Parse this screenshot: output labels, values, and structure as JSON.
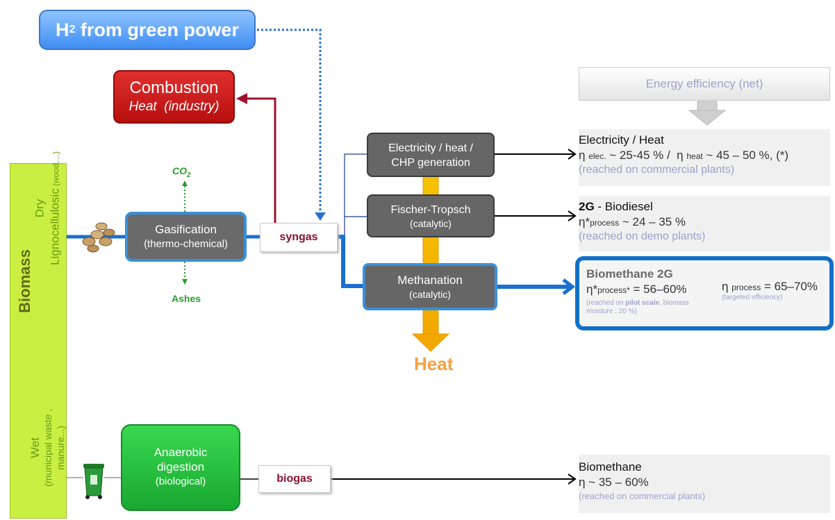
{
  "h2": {
    "prefix": "H",
    "sub": "2",
    "suffix": " from green power"
  },
  "combustion": {
    "title": "Combustion",
    "subtitle": "Heat  (industry)"
  },
  "biomass": {
    "label": "Biomass",
    "dry_main": "Dry",
    "dry_type": "Lignocellulosic",
    "dry_example": " (wood,...)",
    "wet_main": "Wet",
    "wet_example1": "(municipal waste ,",
    "wet_example2": "manure...)"
  },
  "gasification": {
    "title": "Gasification",
    "subtitle": "(thermo-chemical)"
  },
  "co2": {
    "prefix": "CO",
    "sub": "2"
  },
  "ashes": "Ashes",
  "syngas": "syngas",
  "biogas": "biogas",
  "anaerobic": {
    "line1": "Anaerobic",
    "line2": "digestion",
    "subtitle": "(biological)"
  },
  "processes": {
    "elec": {
      "line1": "Electricity / heat /",
      "line2": "CHP generation"
    },
    "ft": {
      "title": "Fischer-Tropsch",
      "subtitle": "(catalytic)"
    },
    "meth": {
      "title": "Methanation",
      "subtitle": "(catalytic)"
    }
  },
  "heat_label": "Heat",
  "efficiency_header": "Energy efficiency (net)",
  "results": {
    "elec": {
      "title": "Electricity / Heat",
      "eta": "η",
      "elec_sub": "elec.",
      "elec_val": " ~ 25-45 % /  ",
      "heat_sub": "heat",
      "heat_val": " ~ 45 – 50 %, (*)",
      "note": "(reached on commercial plants)"
    },
    "ft": {
      "bold": "2G",
      "rest": " - Biodiesel",
      "eta": "η*",
      "sub": "process",
      "val": " ~ 24 – 35 %",
      "note": "(reached on demo plants)"
    },
    "bio2g": {
      "title": "Biomethane 2G",
      "eta1": "η*",
      "sub1": "process*",
      "val1": " = 56–60%",
      "note_a": "(reached on ",
      "note_bold": "pilot scale",
      "note_b": ", biomass",
      "note_c": "moisture : 20 %)",
      "eta2": "η ",
      "sub2": "process",
      "val2": " = 65–70%",
      "note2": "(targeted efficiency)"
    },
    "biomethane": {
      "title": "Biomethane",
      "eta_line": "η ~ 35 – 60%",
      "note": "(reached on commercial plants)"
    }
  }
}
